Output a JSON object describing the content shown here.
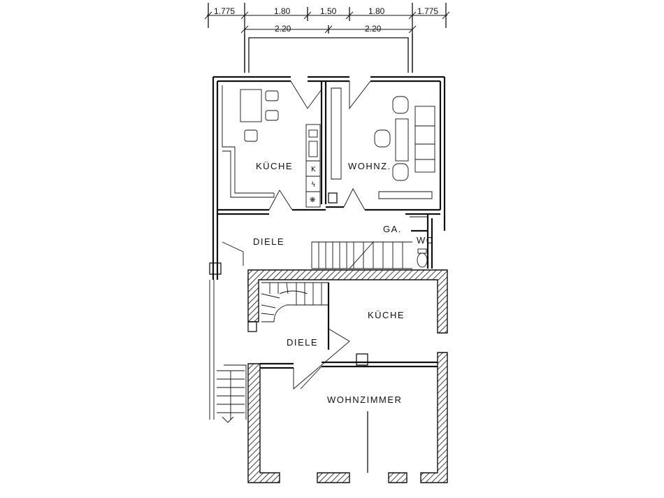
{
  "dimensions": {
    "top_row": [
      "1.775",
      "1.80",
      "1.50",
      "1.80",
      "1.775"
    ],
    "second_row": [
      "2.20",
      "2.20"
    ]
  },
  "upper_unit": {
    "kitchen": "KÜCHE",
    "living": "WOHNZ.",
    "hall": "DIELE",
    "closet": "GA.",
    "wc": "WC",
    "appliance_marks": [
      "K",
      "ϟ",
      "❋"
    ]
  },
  "lower_unit": {
    "kitchen": "KÜCHE",
    "hall": "DIELE",
    "living": "WOHNZIMMER"
  }
}
